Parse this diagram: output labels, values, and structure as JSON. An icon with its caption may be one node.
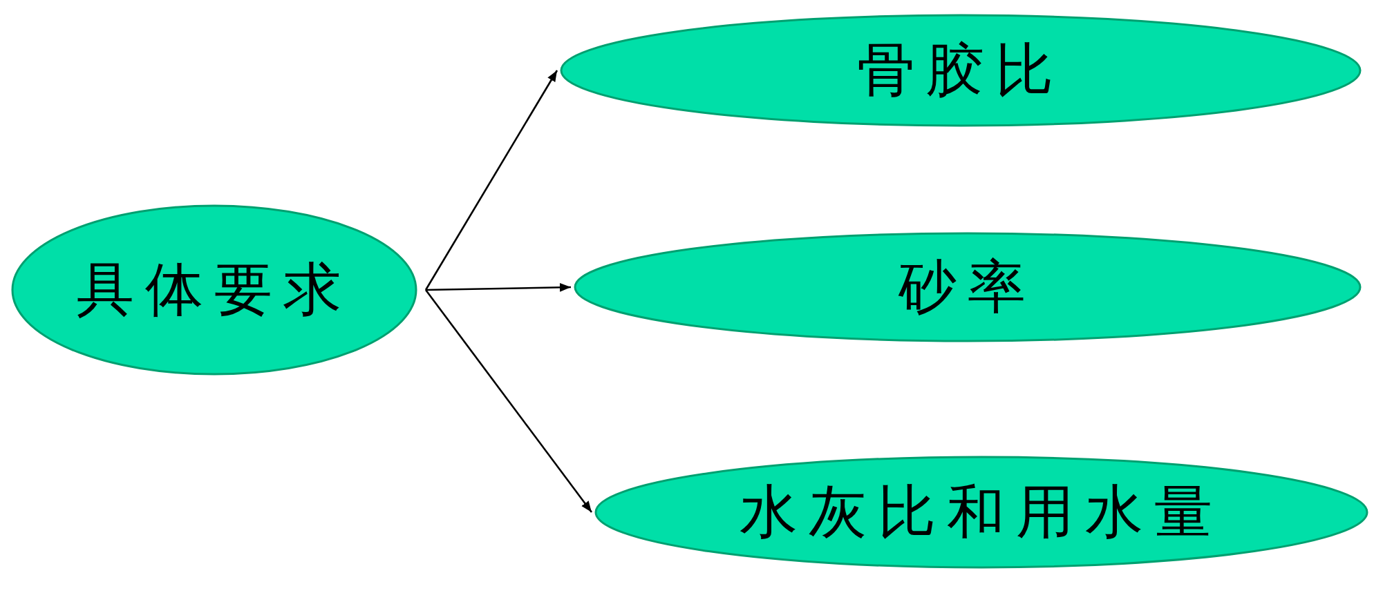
{
  "diagram": {
    "nodes": [
      {
        "text": [
          "具体要求"
        ]
      },
      {
        "text": [
          "骨胶比"
        ]
      },
      {
        "text": [
          "砂率"
        ]
      },
      {
        "text": [
          "水灰比和用水量"
        ]
      }
    ],
    "edges": [
      {
        "from": 0,
        "to": 1,
        "arrow": "to"
      },
      {
        "from": 0,
        "to": 2,
        "arrow": "to"
      },
      {
        "from": 0,
        "to": 3,
        "arrow": "to"
      }
    ]
  }
}
